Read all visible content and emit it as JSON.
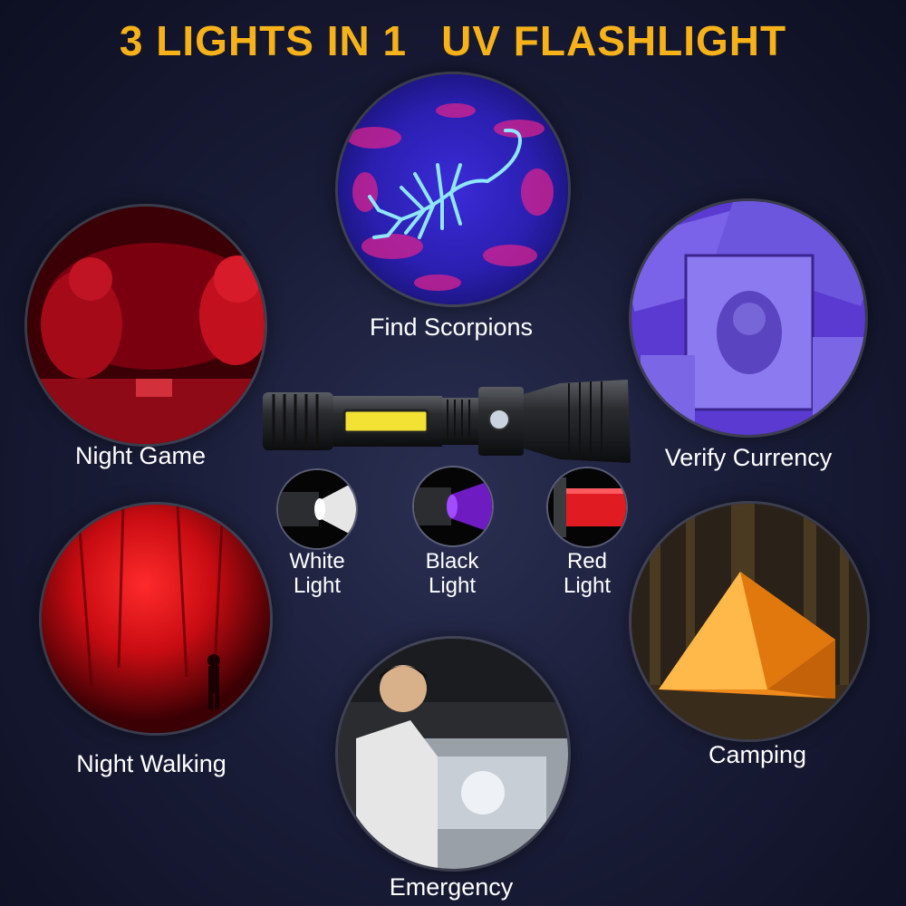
{
  "header": {
    "title_part1": "3 LIGHTS IN 1",
    "title_part2": "UV FLASHLIGHT",
    "color": "#f7b21a"
  },
  "scenes": {
    "find_scorpions": "Find Scorpions",
    "night_game": "Night Game",
    "verify_currency": "Verify Currency",
    "night_walking": "Night Walking",
    "camping": "Camping",
    "emergency": "Emergency"
  },
  "modes": [
    {
      "line1": "White",
      "line2": "Light",
      "color": "#ffffff"
    },
    {
      "line1": "Black",
      "line2": "Light",
      "color": "#8a2be2"
    },
    {
      "line1": "Red",
      "line2": "Light",
      "color": "#e11b22"
    }
  ]
}
